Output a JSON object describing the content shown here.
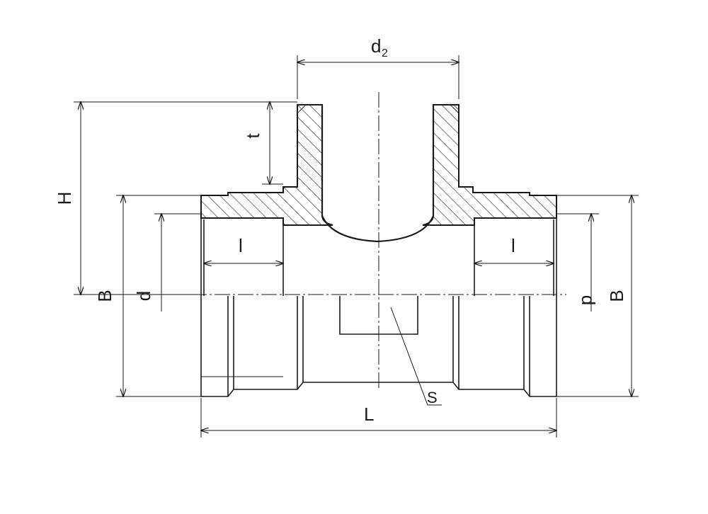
{
  "labels": {
    "d2_main": "d",
    "d2_sub": "2",
    "t": "t",
    "H": "H",
    "B_left": "B",
    "d_left": "d",
    "l_left": "l",
    "l_right": "l",
    "d_right": "d",
    "B_right": "B",
    "s": "S",
    "L": "L"
  }
}
